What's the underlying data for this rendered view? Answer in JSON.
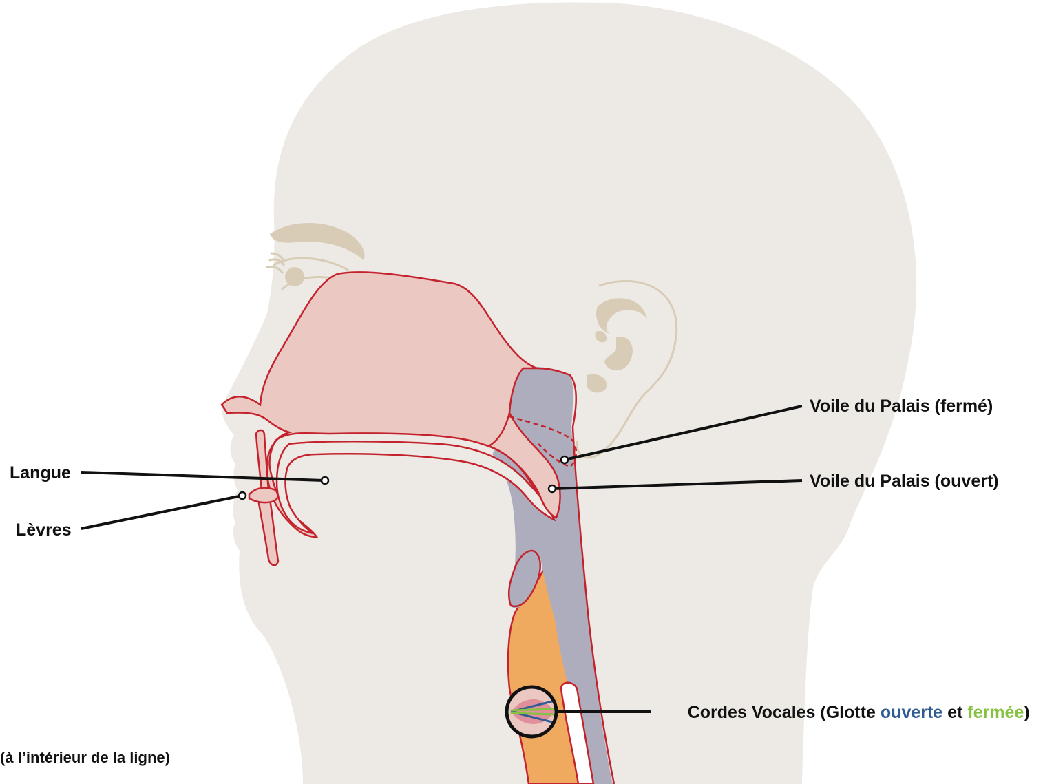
{
  "labels": {
    "langue": "Langue",
    "levres": "Lèvres",
    "voile_ferme": "Voile du Palais (fermé)",
    "voile_ouvert": "Voile du Palais (ouvert)",
    "cordes_prefix": "Cordes Vocales (Glotte ",
    "cordes_ouverte": "ouverte",
    "cordes_et": " et ",
    "cordes_fermee": "fermée",
    "cordes_suffix": ")",
    "note": "(à l’intérieur de la ligne)"
  },
  "colors": {
    "head": "#edeae5",
    "features": "#d8ccb6",
    "nasal_cavity": "#ecc8c3",
    "outline": "#c4232e",
    "pharynx": "#adadbd",
    "larynx": "#f0aa60",
    "leader": "#111111",
    "glottis_open": "#2f5c94",
    "glottis_closed": "#86c241"
  }
}
